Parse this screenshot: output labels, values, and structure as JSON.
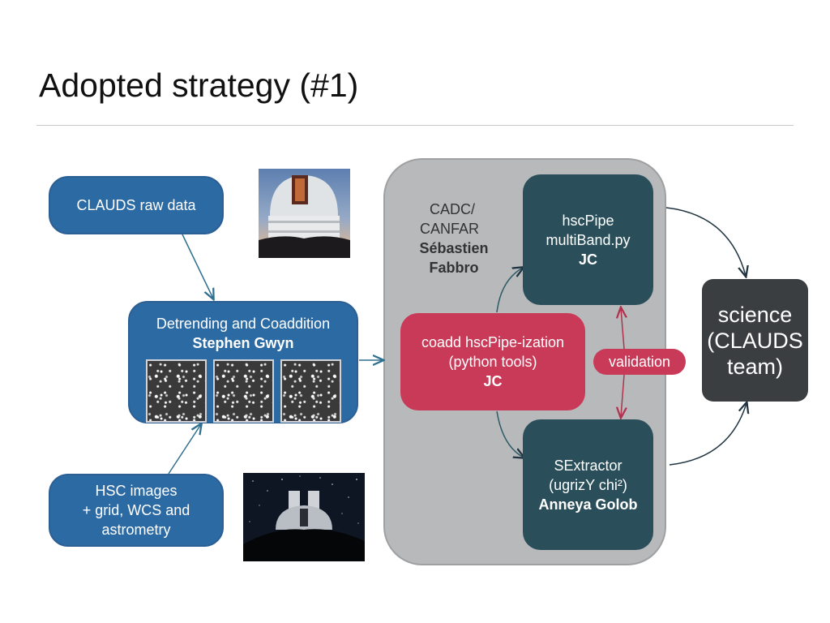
{
  "title": "Adopted strategy (#1)",
  "nodes": {
    "raw_data": {
      "line1": "CLAUDS raw data"
    },
    "detrending": {
      "line1": "Detrending and Coaddition",
      "line2": "Stephen Gwyn"
    },
    "hsc_images": {
      "line1": "HSC images",
      "line2": "+ grid, WCS and",
      "line3": "astrometry"
    },
    "cadc": {
      "line1": "CADC/",
      "line2": "CANFAR",
      "line3": "Sébastien",
      "line4": "Fabbro"
    },
    "hscpipe": {
      "line1": "hscPipe",
      "line2": "multiBand.py",
      "line3": "JC"
    },
    "coadd": {
      "line1": "coadd hscPipe-ization",
      "line2": "(python tools)",
      "line3": "JC"
    },
    "validation": {
      "line1": "validation"
    },
    "sextractor": {
      "line1": "SExtractor",
      "line2": "(ugrizY chi²)",
      "line3": "Anneya Golob"
    },
    "science": {
      "line1": "science",
      "line2": "(CLAUDS",
      "line3": "team)"
    }
  },
  "colors": {
    "blue": "#2c6aa3",
    "teal": "#2a4f5b",
    "red": "#c93a58",
    "dark": "#3a3e40",
    "panel": "#b7b9bb"
  }
}
